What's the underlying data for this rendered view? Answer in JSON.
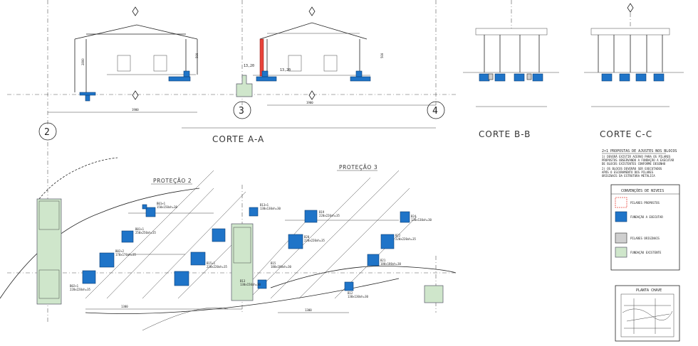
{
  "sections": {
    "aa": "CORTE A-A",
    "bb": "CORTE B-B",
    "cc": "CORTE C-C"
  },
  "axes": {
    "a2": "2",
    "a3": "3",
    "a4": "4"
  },
  "protection": {
    "p2": "PROTEÇÃO 2",
    "p3": "PROTEÇÃO 3"
  },
  "legend": {
    "title": "CONVENÇÕES DE NIVEIS",
    "items": [
      {
        "label": "PILARES PROPOSTOS",
        "color": "#e8433a"
      },
      {
        "label": "FUNDAÇÃO A EXECUTAR",
        "color": "#1f74c8"
      },
      {
        "label": "PILARES ORIGINAIS",
        "color": "#cfcfcf"
      },
      {
        "label": "FUNDAÇÃO EXISTENTE",
        "color": "#cfe6cb"
      }
    ]
  },
  "notes": {
    "title": "2×1 PROPOSTAS DE AJUSTES NOS BLOCOS",
    "n1a": "1) DEVERÁ EXISTIR ACERVO PARA OS PILARES",
    "n1b": "PROPOSTOS OBSERVANDO A FUNDAÇÃO A EXECUTAR",
    "n1c": "DE BLOCOS EXISTENTES CONFORME DESENHO",
    "n2a": "2) OS BLOCOS DEVERÃO SER EXECUTADOS",
    "n2b": "APÓS O ESCORAMENTO DOS PILARES",
    "n2c": "ORIGINAIS DA ESTRUTURA METÁLICA"
  },
  "key_plan": {
    "title": "PLANTA CHAVE"
  },
  "levels": {
    "l1": "13,20",
    "l2": "13,20"
  },
  "dims": {
    "d1900": "1900",
    "d1300": "1300",
    "d500": "500",
    "d2800": "2800"
  },
  "blocks": [
    {
      "id": "B1",
      "label": "B01+1",
      "spec": "150x150xh=30"
    },
    {
      "id": "B2",
      "label": "B01+1",
      "spec": "250x250xh=35"
    },
    {
      "id": "B3",
      "label": "B02+2",
      "spec": "170x170xh=35"
    },
    {
      "id": "B4",
      "label": "B02+1",
      "spec": "220x220xh=35"
    },
    {
      "id": "B5",
      "label": "B15+1",
      "spec": "220x220xh=35"
    },
    {
      "id": "B6",
      "label": "B13+1",
      "spec": "130x130xh=30"
    },
    {
      "id": "B7",
      "label": "B15",
      "spec": "180x180xh=30"
    },
    {
      "id": "B8",
      "label": "B19",
      "spec": "220x220xh=35"
    },
    {
      "id": "B9",
      "label": "B20",
      "spec": "220x220xh=35"
    },
    {
      "id": "B10",
      "label": "B22",
      "spec": "220x220xh=35"
    },
    {
      "id": "B11",
      "label": "B21",
      "spec": "180x180xh=30"
    },
    {
      "id": "B12",
      "label": "B24",
      "spec": "130x130xh=30"
    },
    {
      "id": "B13",
      "label": "B13",
      "spec": "130x150xh=30"
    },
    {
      "id": "B14",
      "label": "B12",
      "spec": "130x130xh=30"
    }
  ]
}
